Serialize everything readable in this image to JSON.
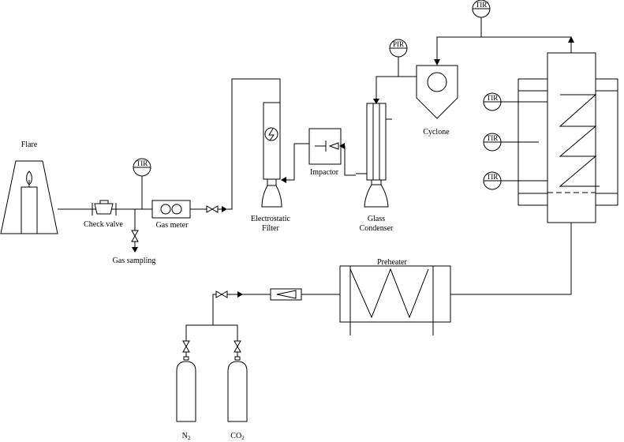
{
  "labels": {
    "flare": "Flare",
    "check_valve": "Check valve",
    "gas_meter": "Gas meter",
    "gas_sampling": "Gas sampling",
    "electrostatic_filter_line1": "Electrostatic",
    "electrostatic_filter_line2": "Filter",
    "impactor": "Impactor",
    "glass_condenser_line1": "Glass",
    "glass_condenser_line2": "Condenser",
    "cyclone": "Cyclone",
    "preheater": "Preheater",
    "n2_base": "N",
    "n2_sub": "2",
    "co2_base": "CO",
    "co2_sub": "2"
  },
  "instruments": {
    "tir": "TIR",
    "pir": "PIR"
  }
}
